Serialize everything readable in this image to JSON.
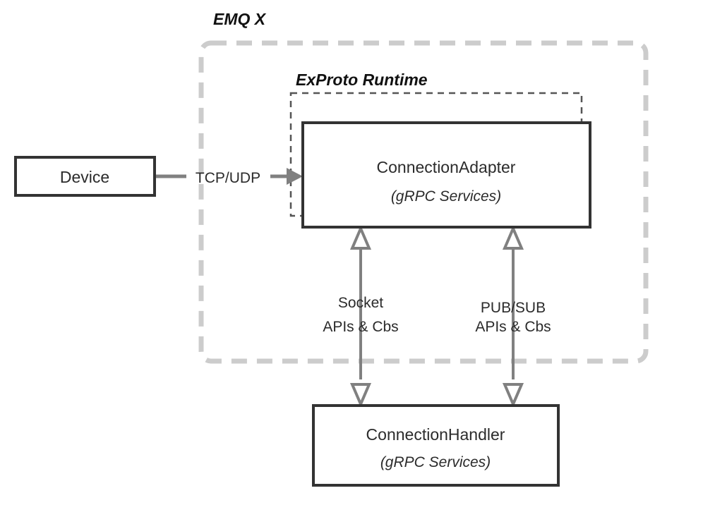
{
  "diagram": {
    "title_visible": false,
    "colors": {
      "background": "#ffffff",
      "node_border": "#333333",
      "node_fill": "#ffffff",
      "outer_boundary": "#cccccc",
      "inner_boundary": "#555555",
      "arrow_gray": "#808080",
      "text": "#2b2b2b"
    },
    "groups": [
      {
        "id": "emqx",
        "label": "EMQ X",
        "style": "dashed-rounded",
        "color": "#cccccc"
      },
      {
        "id": "exproto",
        "label": "ExProto Runtime",
        "style": "dashed-square",
        "color": "#555555"
      }
    ],
    "nodes": [
      {
        "id": "device",
        "label": "Device",
        "sublabel": ""
      },
      {
        "id": "connection-adapter",
        "label": "ConnectionAdapter",
        "sublabel": "(gRPC Services)"
      },
      {
        "id": "connection-handler",
        "label": "ConnectionHandler",
        "sublabel": "(gRPC Services)"
      }
    ],
    "edges": [
      {
        "id": "device-to-adapter",
        "from": "device",
        "to": "connection-adapter",
        "label_line1": "TCP/UDP",
        "label_line2": "",
        "direction": "one-way",
        "head": "filled"
      },
      {
        "id": "socket-apis",
        "from": "connection-handler",
        "to": "connection-adapter",
        "label_line1": "Socket",
        "label_line2": "APIs & Cbs",
        "direction": "two-way",
        "head": "hollow"
      },
      {
        "id": "pubsub-apis",
        "from": "connection-handler",
        "to": "connection-adapter",
        "label_line1": "PUB/SUB",
        "label_line2": "APIs & Cbs",
        "direction": "two-way",
        "head": "hollow"
      }
    ]
  }
}
